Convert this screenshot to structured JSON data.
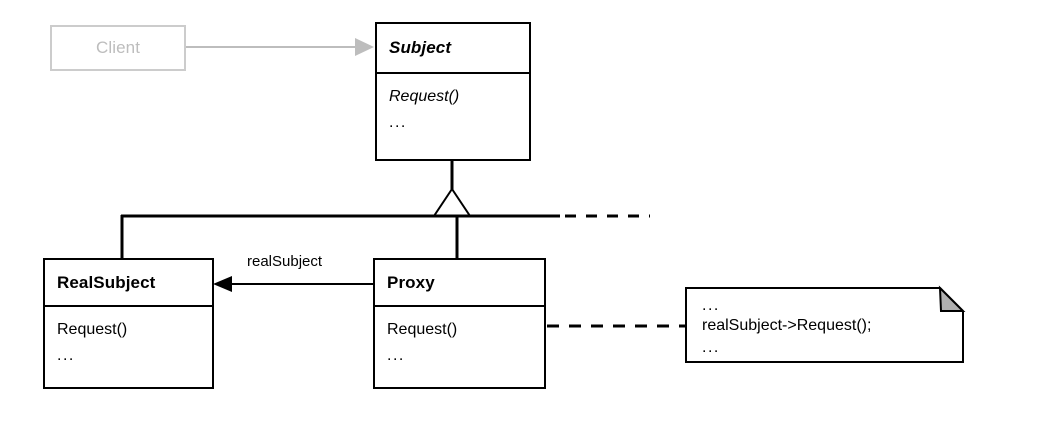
{
  "diagram": {
    "title": "Proxy pattern structure diagram",
    "colors": {
      "stroke": "#000000",
      "faded_stroke": "#cccccc",
      "faded_text": "#bdbdbd",
      "note_fold_fill": "#b0b0b0",
      "background": "#ffffff"
    },
    "classes": [
      {
        "id": "client",
        "name": "Client",
        "style": "faded",
        "abstract": false,
        "operations": []
      },
      {
        "id": "subject",
        "name": "Subject",
        "style": "normal",
        "abstract": true,
        "operations": [
          "Request()",
          "..."
        ]
      },
      {
        "id": "realsubject",
        "name": "RealSubject",
        "style": "normal",
        "abstract": false,
        "operations": [
          "Request()",
          "..."
        ]
      },
      {
        "id": "proxy",
        "name": "Proxy",
        "style": "normal",
        "abstract": false,
        "operations": [
          "Request()",
          "..."
        ]
      }
    ],
    "edges": [
      {
        "id": "client-subject",
        "from": "Client",
        "to": "Subject",
        "type": "association",
        "arrowhead": "filled-triangle",
        "style": "solid-gray",
        "label": ""
      },
      {
        "id": "realsubject-subject",
        "from": "RealSubject",
        "to": "Subject",
        "type": "generalization",
        "arrowhead": "hollow-triangle",
        "style": "solid",
        "label": ""
      },
      {
        "id": "proxy-subject",
        "from": "Proxy",
        "to": "Subject",
        "type": "generalization",
        "arrowhead": "hollow-triangle",
        "style": "solid",
        "label": ""
      },
      {
        "id": "proxy-realsubject",
        "from": "Proxy",
        "to": "RealSubject",
        "type": "association",
        "arrowhead": "filled-arrow",
        "style": "solid",
        "label": "realSubject"
      },
      {
        "id": "proxy-note",
        "from": "Proxy.Request()",
        "to": "note",
        "type": "note-anchor",
        "arrowhead": "open-circle",
        "style": "dashed",
        "label": ""
      }
    ],
    "note": {
      "id": "note-proxy-request",
      "lines": [
        "...",
        "realSubject->Request();",
        "..."
      ]
    }
  }
}
